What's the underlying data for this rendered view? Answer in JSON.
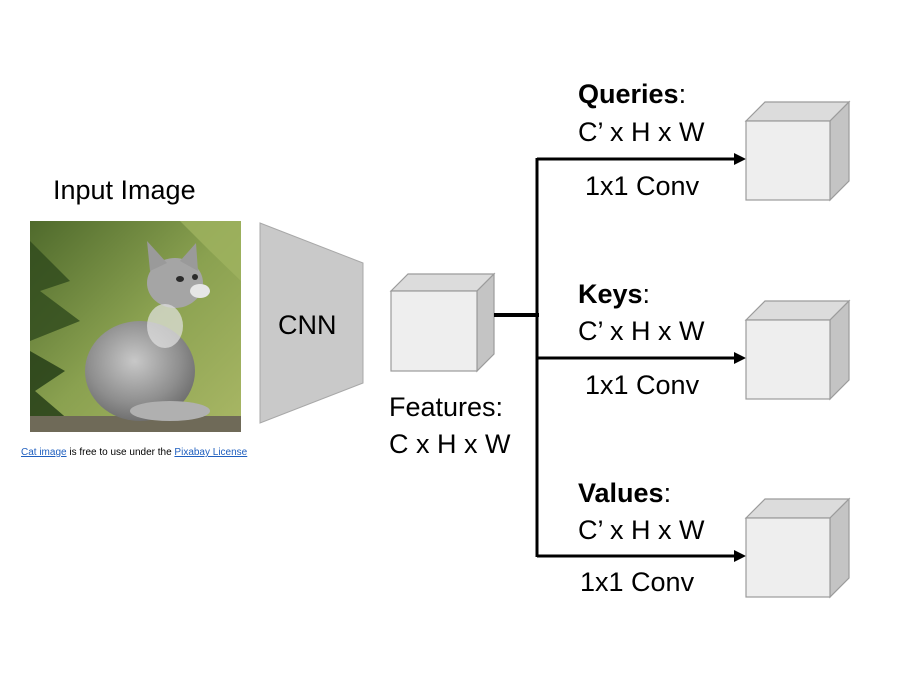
{
  "input": {
    "title": "Input Image"
  },
  "credit": {
    "link1": "Cat image",
    "middle": " is free to use under the ",
    "link2": "Pixabay License"
  },
  "cnn": {
    "label": "CNN"
  },
  "features": {
    "line1": "Features:",
    "line2": "C x H x W"
  },
  "branches": [
    {
      "name": "Queries",
      "colon": ":",
      "dims": "C’ x H x W",
      "op": "1x1 Conv"
    },
    {
      "name": "Keys",
      "colon": ":",
      "dims": "C’ x H x W",
      "op": "1x1 Conv"
    },
    {
      "name": "Values",
      "colon": ":",
      "dims": "C’ x H x W",
      "op": "1x1 Conv"
    }
  ],
  "colors": {
    "cube_front": "#eeeeee",
    "cube_side": "#c4c4c4",
    "cube_top": "#dcdcdc",
    "cube_edge": "#9b9b9b",
    "trapezoid": "#c9c9c9",
    "arrow": "#000000"
  }
}
